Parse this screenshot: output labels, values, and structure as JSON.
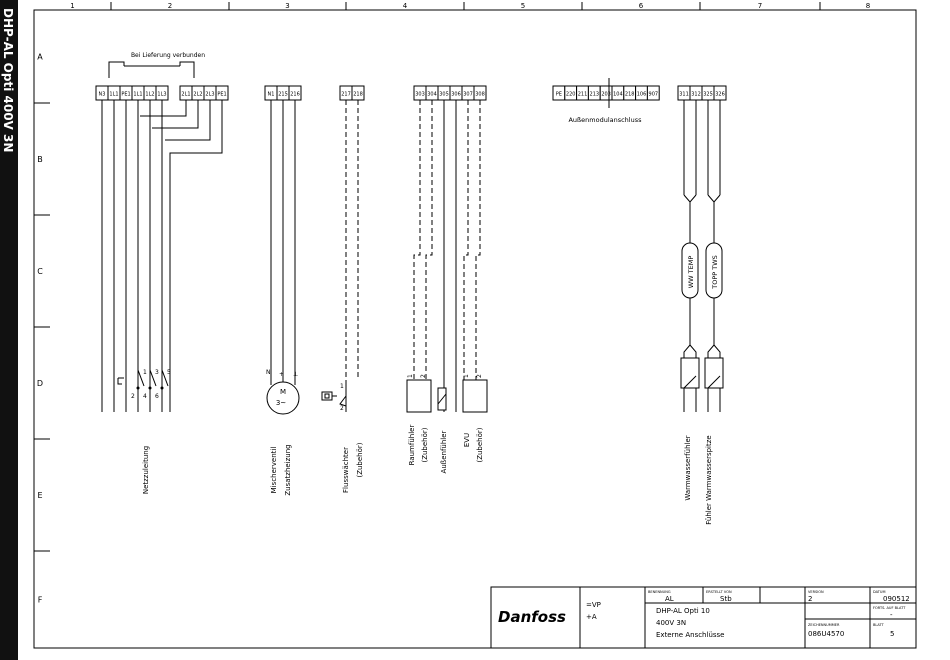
{
  "sheet_title": "DHP-AL Opti 400V 3N",
  "columns": [
    "1",
    "2",
    "3",
    "4",
    "5",
    "6",
    "7",
    "8"
  ],
  "rows": [
    "A",
    "B",
    "C",
    "D",
    "E",
    "F"
  ],
  "bracket_note": "Bei Lieferung verbunden",
  "blocks": {
    "mains": [
      "N3",
      "1L1",
      "PE1",
      "1L1",
      "1L2",
      "1L3"
    ],
    "bridge": [
      "2L1",
      "2L2",
      "2L3",
      "PE1"
    ],
    "mixer": [
      "N1",
      "215",
      "216"
    ],
    "flow": [
      "217",
      "218"
    ],
    "sensors": [
      "303",
      "304",
      "305",
      "306",
      "307",
      "308"
    ],
    "outdoor": [
      "PE",
      "220",
      "211",
      "213",
      "203",
      "104",
      "218",
      "106",
      "907"
    ],
    "hotwater": [
      "311",
      "312",
      "325",
      "326"
    ]
  },
  "outdoor_label": "Außenmodulanschluss",
  "contacts": {
    "mains_top": [
      "1",
      "3",
      "5"
    ],
    "mains_bottom": [
      "2",
      "4",
      "6"
    ],
    "mixer_top": [
      "N",
      "▪",
      "↓"
    ],
    "flow": [
      "1",
      "2"
    ],
    "room": [
      "1",
      "2"
    ],
    "evu": [
      "1",
      "2"
    ]
  },
  "motor": {
    "label1": "M",
    "label2": "3~"
  },
  "hw_probes": [
    "WW TEMP",
    "TOPP TWS"
  ],
  "labels": {
    "netz": "Netzzuleitung",
    "mischer": "Mischerventil",
    "zusatz": "Zusatzheizung",
    "fluss": "Flusswächter",
    "fluss_z": "(Zubehör)",
    "raum": "Raumfühler",
    "raum_z": "(Zubehör)",
    "aussen": "Außenfühler",
    "evu": "EVU",
    "evu_z": "(Zubehör)",
    "ww": "Warmwasserfühler",
    "wwspitze": "Fühler Warmwasserspitze"
  },
  "title_block": {
    "logo": "Danfoss",
    "codes": [
      "=VP",
      "+A"
    ],
    "benennung_hdr": "BENENNUNG",
    "benennung": "AL",
    "erstellt_hdr": "ERSTELLT VON",
    "erstellt": "Stb",
    "version_hdr": "VERSION",
    "version": "2",
    "datum_hdr": "DATUM",
    "datum": "090512",
    "desc": [
      "DHP-AL Opti 10",
      "400V 3N",
      "Externe Anschlüsse"
    ],
    "forts_hdr": "FORTS. AUF BLATT",
    "forts": "-",
    "zeichnr_hdr": "ZEICHENNUMMER",
    "zeichnr": "086U4570",
    "blatt_hdr": "BLATT",
    "blatt": "5"
  }
}
